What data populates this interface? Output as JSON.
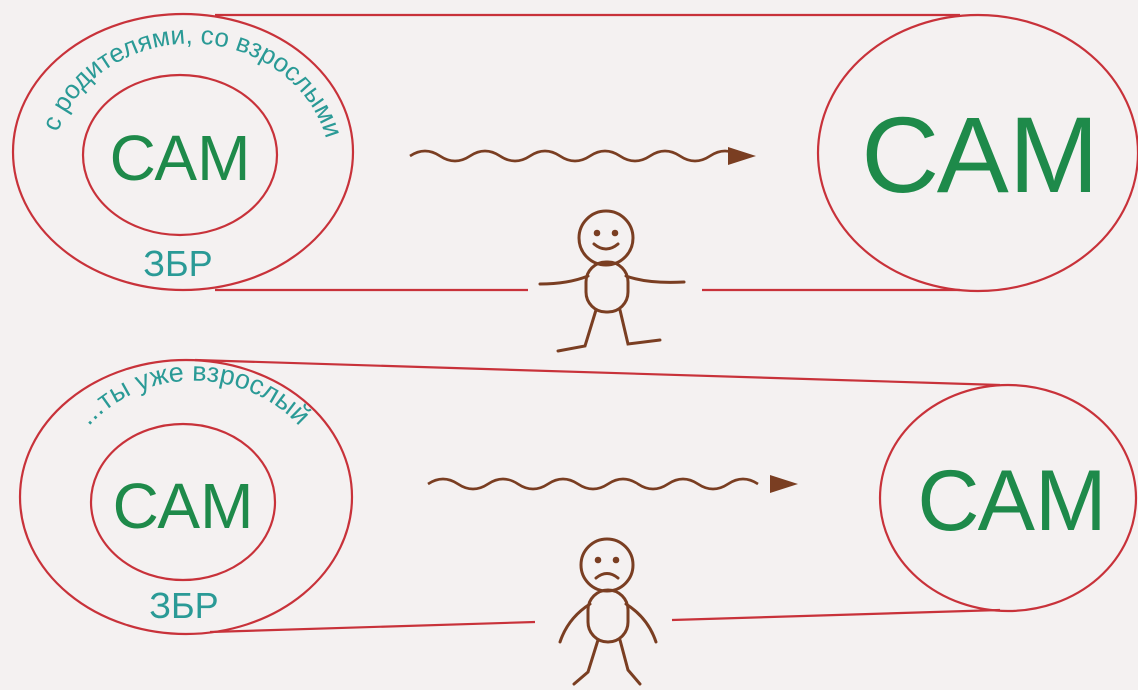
{
  "colors": {
    "background": "#f4f1f1",
    "outline": "#c8323a",
    "sam_text": "#1e8a4a",
    "zbr_text": "#2a9a96",
    "figure": "#7a3e22"
  },
  "top_panel": {
    "inner_label": "САМ",
    "zone_label": "ЗБР",
    "arc_caption": "с родителями, со взрослыми",
    "target_label": "САМ",
    "figure_mood": "happy"
  },
  "bottom_panel": {
    "inner_label": "САМ",
    "zone_label": "ЗБР",
    "arc_caption": "...ты уже взрослый",
    "target_label": "САМ",
    "figure_mood": "sad"
  },
  "icons": {
    "arrow": "wavy-arrow-icon",
    "figure_happy": "happy-stick-figure-icon",
    "figure_sad": "sad-stick-figure-icon"
  }
}
